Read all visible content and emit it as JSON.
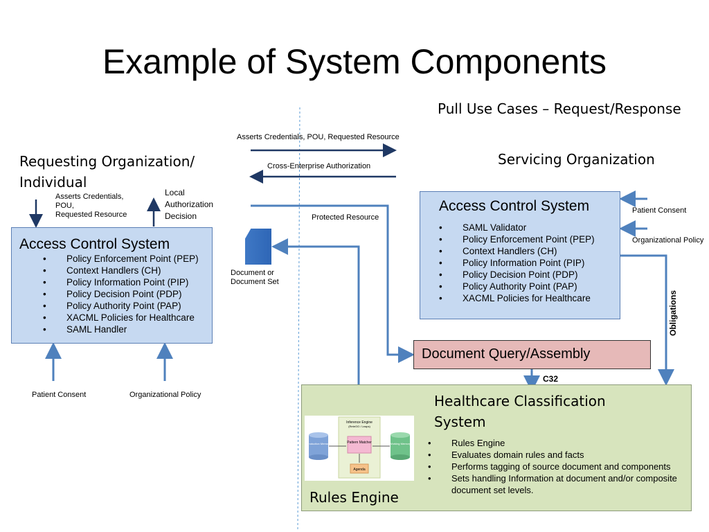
{
  "title": "Example of System Components",
  "subtitle": "Pull Use Cases – Request/Response",
  "flows": {
    "asserts_credentials_top": "Asserts Credentials, POU, Requested Resource",
    "cross_enterprise": "Cross-Enterprise Authorization",
    "protected_resource": "Protected Resource",
    "local_auth": [
      "Local",
      "Authorization",
      "Decision"
    ],
    "asserts_left": [
      "Asserts Credentials,",
      "POU,",
      "Requested Resource"
    ],
    "c32": "C32",
    "obligations": "Obligations"
  },
  "requesting": {
    "heading_line1": "Requesting Organization/",
    "heading_line2": "Individual",
    "acs_title": "Access Control System",
    "items": [
      "Policy Enforcement Point (PEP)",
      "Context Handlers (CH)",
      "Policy Information Point (PIP)",
      "Policy Decision Point (PDP)",
      "Policy Authority Point (PAP)",
      "XACML Policies for Healthcare",
      "SAML Handler"
    ],
    "patient_consent": "Patient Consent",
    "org_policy": "Organizational Policy"
  },
  "document": {
    "label_line1": "Document or",
    "label_line2": "Document Set"
  },
  "servicing": {
    "heading": "Servicing Organization",
    "acs_title": "Access Control System",
    "items": [
      "SAML Validator",
      "Policy Enforcement Point (PEP)",
      "Context Handlers (CH)",
      "Policy Information Point (PIP)",
      "Policy Decision Point (PDP)",
      "Policy Authority Point (PAP)",
      "XACML Policies for Healthcare"
    ],
    "patient_consent": "Patient Consent",
    "org_policy": "Organizational Policy"
  },
  "doc_query": "Document Query/Assembly",
  "hcs": {
    "title_line1": "Healthcare Classification",
    "title_line2": "System",
    "items": [
      "Rules Engine",
      "Evaluates domain rules and facts",
      "Performs tagging of source document and components",
      "Sets handling Information at document and/or composite document set levels."
    ],
    "footer": "Rules Engine",
    "engine": {
      "inference_title": "Inference Engine",
      "inference_sub": "(ReteOO / Leaps)",
      "pattern_matcher": "Pattern Matcher",
      "agenda": "Agenda",
      "production_memory": "Production Memory",
      "working_memory": "Working Memory"
    }
  },
  "colors": {
    "arrow_dark": "#1f3864",
    "arrow_light": "#4f81bd",
    "box_blue": "#c6d9f1",
    "box_pink": "#e6b9b8",
    "box_green": "#d7e4bd"
  }
}
